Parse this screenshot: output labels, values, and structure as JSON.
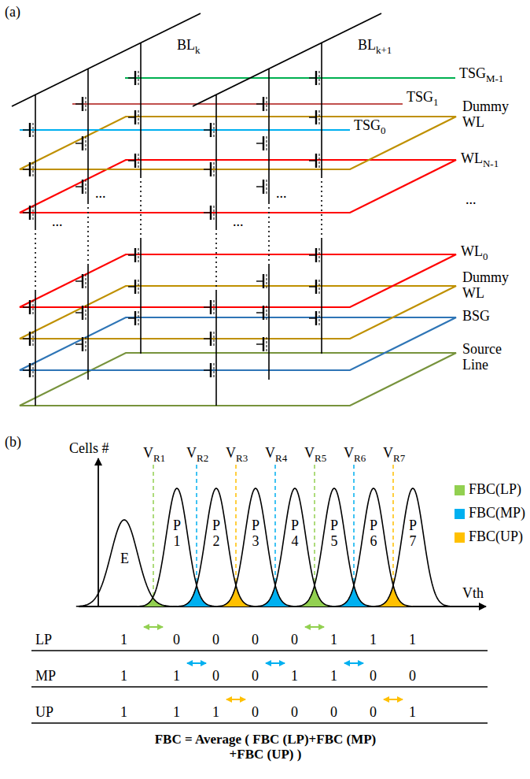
{
  "diagram": {
    "labels": [
      "(a)",
      "BL",
      "k",
      "BL",
      "k+1",
      "TSG",
      "M-1",
      "TSG",
      "1",
      "TSG",
      "0",
      "Dummy WL",
      "WL",
      "N-1",
      "...",
      "WL",
      "0",
      "Dummy WL",
      "BSG",
      "Source Line",
      "...",
      "...",
      "...",
      "...",
      "(b)",
      "Cells #",
      "V",
      "R1",
      "V",
      "R2",
      "V",
      "R3",
      "V",
      "R4",
      "V",
      "R5",
      "V",
      "R6",
      "V",
      "R7",
      "E",
      "P 1",
      "P 2",
      "P 3",
      "P 4",
      "P 5",
      "P 6",
      "P 7",
      "Vth",
      "LP",
      "1",
      "0",
      "0",
      "0",
      "0",
      "1",
      "1",
      "1",
      "MP",
      "1",
      "1",
      "0",
      "0",
      "1",
      "1",
      "0",
      "0",
      "UP",
      "1",
      "1",
      "1",
      "0",
      "0",
      "0",
      "0",
      "1",
      "FBC = Average ( FBC (LP)+FBC (MP) +FBC (UP) )"
    ],
    "legend": [
      {
        "text": "FBC(LP)",
        "color": "#92d050"
      },
      {
        "text": "FBC(MP)",
        "color": "#00b0f0"
      },
      {
        "text": "FBC(UP)",
        "color": "#ffc000"
      }
    ]
  }
}
